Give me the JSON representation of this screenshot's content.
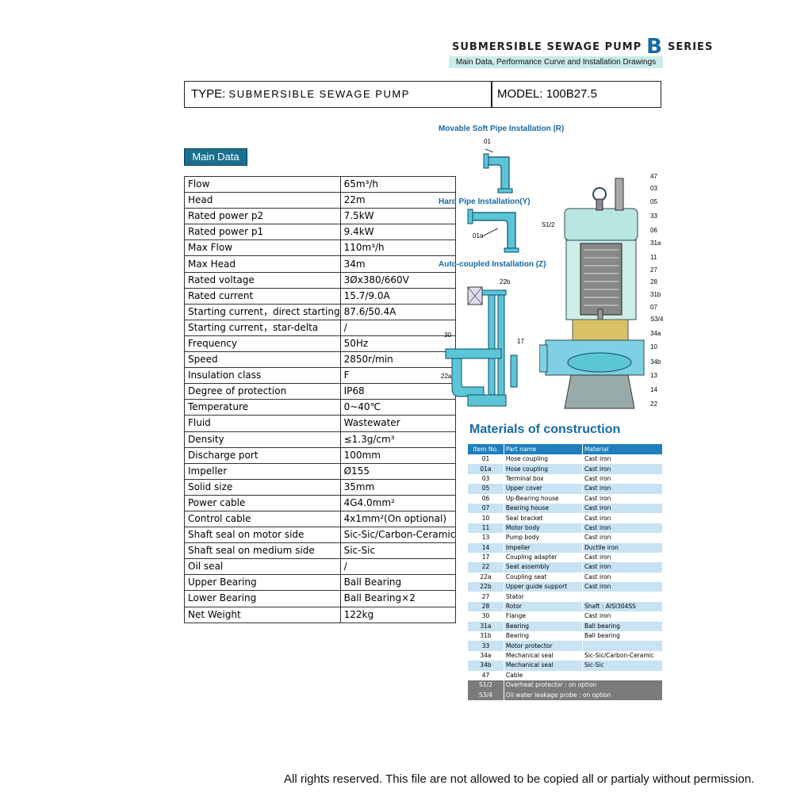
{
  "header": {
    "title_left": "SUBMERSIBLE SEWAGE PUMP",
    "title_letter": "B",
    "title_right": "SERIES",
    "subtitle": "Main Data, Performance Curve and Installation Drawings"
  },
  "typebox": {
    "type_label": "TYPE:",
    "type_value": "SUBMERSIBLE SEWAGE PUMP",
    "model_label": "MODEL:",
    "model_value": "100B27.5"
  },
  "main_data": {
    "tag": "Main Data",
    "rows": [
      {
        "k": "Flow",
        "v": "65m³/h"
      },
      {
        "k": "Head",
        "v": "22m"
      },
      {
        "k": "Rated power p2",
        "v": "7.5kW"
      },
      {
        "k": "Rated power p1",
        "v": "9.4kW"
      },
      {
        "k": "Max Flow",
        "v": "110m³/h"
      },
      {
        "k": "Max Head",
        "v": "34m"
      },
      {
        "k": "Rated voltage",
        "v": "3Øx380/660V"
      },
      {
        "k": "Rated current",
        "v": "15.7/9.0A"
      },
      {
        "k": "Starting current，direct starting",
        "v": "87.6/50.4A"
      },
      {
        "k": "Starting current，star-delta",
        "v": "/"
      },
      {
        "k": "Frequency",
        "v": "50Hz"
      },
      {
        "k": "Speed",
        "v": "2850r/min"
      },
      {
        "k": "Insulation class",
        "v": "F"
      },
      {
        "k": "Degree of protection",
        "v": "IP68"
      },
      {
        "k": "Temperature",
        "v": "0~40℃"
      },
      {
        "k": "Fluid",
        "v": "Wastewater"
      },
      {
        "k": "Density",
        "v": "≤1.3g/cm³"
      },
      {
        "k": "Discharge port",
        "v": "100mm"
      },
      {
        "k": "Impeller",
        "v": "Ø155"
      },
      {
        "k": "Solid size",
        "v": "35mm"
      },
      {
        "k": "Power cable",
        "v": "4G4.0mm²"
      },
      {
        "k": "Control cable",
        "v": "4x1mm²(On optional)"
      },
      {
        "k": "Shaft seal on motor side",
        "v": "Sic-Sic/Carbon-Ceramic"
      },
      {
        "k": "Shaft seal on medium side",
        "v": "Sic-Sic"
      },
      {
        "k": "Oil seal",
        "v": "/"
      },
      {
        "k": "Upper Bearing",
        "v": "Ball Bearing"
      },
      {
        "k": "Lower Bearing",
        "v": "Ball Bearing×2"
      },
      {
        "k": "Net Weight",
        "v": "122kg"
      }
    ]
  },
  "installation": {
    "movable": "Movable Soft Pipe Installation (R)",
    "hard": "Hard Pipe  Installation(Y)",
    "auto": "Auto-coupled Installation (Z)",
    "labels": {
      "p01": "01",
      "p01a": "01a",
      "p22b": "22b",
      "p30": "30",
      "p17": "17",
      "p22a": "22a"
    }
  },
  "drawing_labels": [
    "47",
    "03",
    "05",
    "33",
    "06",
    "31a",
    "11",
    "27",
    "28",
    "31b",
    "07",
    "S3/4",
    "34a",
    "10",
    "34b",
    "13",
    "14",
    "22"
  ],
  "drawing_s12": "S1/2",
  "materials": {
    "title": "Materials of construction",
    "headers": [
      "Item No.",
      "Part name",
      "Material"
    ],
    "rows": [
      [
        "01",
        "Hose coupling",
        "Cast iron"
      ],
      [
        "01a",
        "Hose coupling",
        "Cast iron"
      ],
      [
        "03",
        "Terminal box",
        "Cast iron"
      ],
      [
        "05",
        "Upper cover",
        "Cast iron"
      ],
      [
        "06",
        "Up-Bearing house",
        "Cast iron"
      ],
      [
        "07",
        "Bearing house",
        "Cast iron"
      ],
      [
        "10",
        "Seal bracket",
        "Cast iron"
      ],
      [
        "11",
        "Motor body",
        "Cast iron"
      ],
      [
        "13",
        "Pump body",
        "Cast iron"
      ],
      [
        "14",
        "Impeller",
        "Ductile iron"
      ],
      [
        "17",
        "Coupling adapter",
        "Cast iron"
      ],
      [
        "22",
        "Seat assembly",
        "Cast iron"
      ],
      [
        "22a",
        "Coupling seat",
        "Cast iron"
      ],
      [
        "22b",
        "Upper guide support",
        "Cast iron"
      ],
      [
        "27",
        "Stator",
        ""
      ],
      [
        "28",
        "Rotor",
        "Shaft : AISI304SS"
      ],
      [
        "30",
        "Flange",
        "Cast iron"
      ],
      [
        "31a",
        "Bearing",
        "Ball bearing"
      ],
      [
        "31b",
        "Bearing",
        "Ball bearing"
      ],
      [
        "33",
        "Motor protector",
        ""
      ],
      [
        "34a",
        "Mechanical seal",
        "Sic-Sic/Carbon-Ceramic"
      ],
      [
        "34b",
        "Mechanical seal",
        "Sic-Sic"
      ],
      [
        "47",
        "Cable",
        ""
      ]
    ],
    "notes": [
      [
        "S1/2",
        "Overheat protector : on option"
      ],
      [
        "S3/4",
        "Oil water leakage probe : on option"
      ]
    ]
  },
  "footer": "All rights reserved. This file are not allowed to be copied all or partialy without permission."
}
